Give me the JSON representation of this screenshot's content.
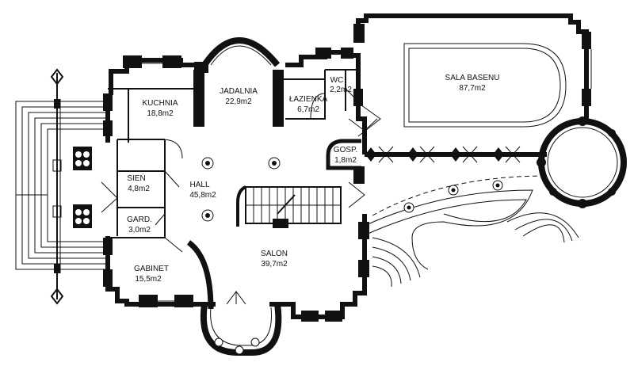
{
  "rooms": [
    {
      "id": "kuchnia",
      "name": "KUCHNIA",
      "area": "18,8m2"
    },
    {
      "id": "jadalnia",
      "name": "JADALNIA",
      "area": "22,9m2"
    },
    {
      "id": "lazienka",
      "name": "ŁAZIENKA",
      "area": "6,7m2"
    },
    {
      "id": "wc",
      "name": "WC",
      "area": "2,2m2"
    },
    {
      "id": "sala-basenu",
      "name": "SALA BASENU",
      "area": "87,7m2"
    },
    {
      "id": "gosp",
      "name": "GOSP.",
      "area": "1,8m2"
    },
    {
      "id": "sien",
      "name": "SIEŃ",
      "area": "4,8m2"
    },
    {
      "id": "hall",
      "name": "HALL",
      "area": "45,8m2"
    },
    {
      "id": "gard",
      "name": "GARD.",
      "area": "3,0m2"
    },
    {
      "id": "salon",
      "name": "SALON",
      "area": "39,7m2"
    },
    {
      "id": "gabinet",
      "name": "GABINET",
      "area": "15,5m2"
    }
  ]
}
